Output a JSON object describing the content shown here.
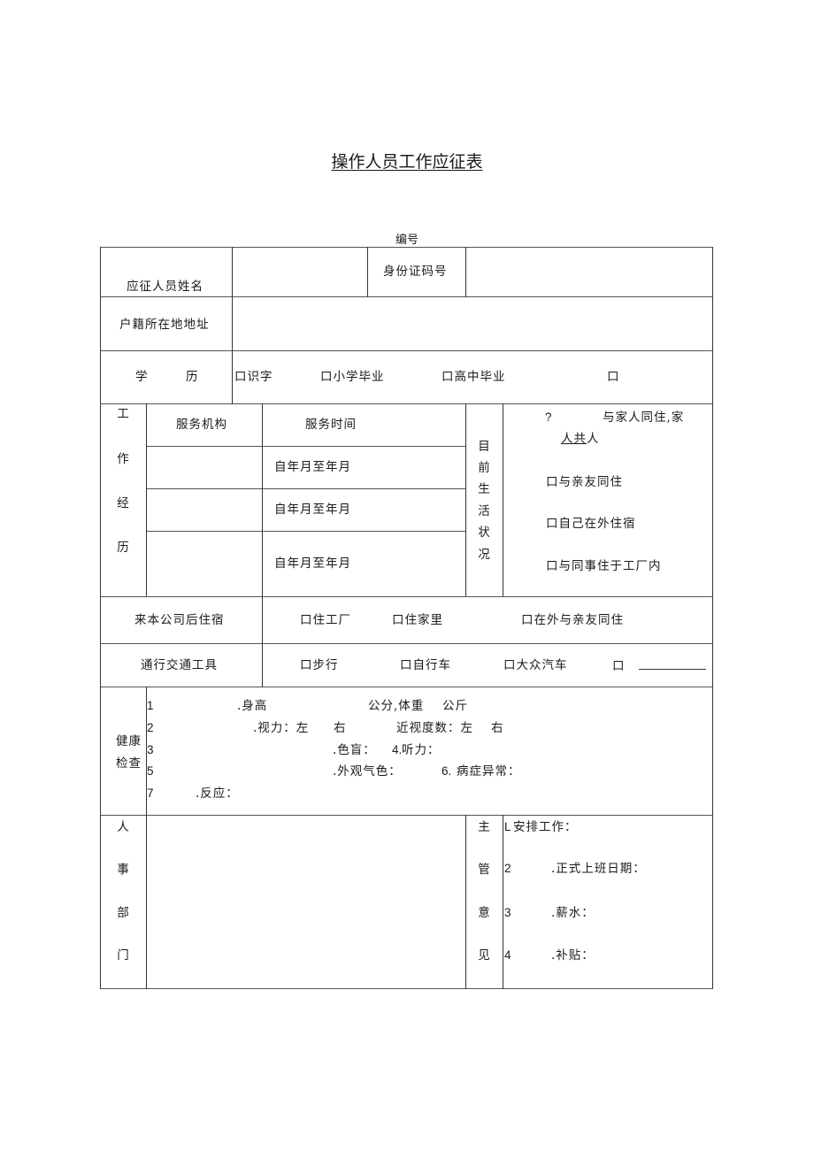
{
  "title": "操作人员工作应征表",
  "serial_label": "编号",
  "row_name": {
    "label": "应征人员姓名",
    "id_label": "身份证码号"
  },
  "row_address": {
    "label": "户籍所在地地址"
  },
  "row_education": {
    "label_a": "学",
    "label_b": "历",
    "options": [
      "口识字",
      "口小学毕业",
      "口高中毕业",
      "口"
    ]
  },
  "work_history": {
    "side_label": [
      "工",
      "作",
      "经",
      "历"
    ],
    "col_org": "服务机构",
    "col_time": "服务时间",
    "rows": [
      {
        "org": "",
        "time": "自年月至年月"
      },
      {
        "org": "",
        "time": "自年月至年月"
      },
      {
        "org": "",
        "time": "自年月至年月"
      }
    ]
  },
  "living_status": {
    "side_label": [
      "目",
      "前",
      "生",
      "活",
      "状",
      "况"
    ],
    "opt1_mark": "?",
    "opt1_text": "与家人同住,家",
    "opt1_line2_underlined": "人共",
    "opt1_line2_rest": "人",
    "options": [
      "口与亲友同住",
      "口自己在外住宿",
      "口与同事住于工厂内"
    ]
  },
  "row_dorm": {
    "label": "来本公司后住宿",
    "options": [
      "口住工厂",
      "口住家里",
      "口在外与亲友同住"
    ]
  },
  "row_transport": {
    "label": "通行交通工具",
    "options": [
      "口步行",
      "口自行车",
      "口大众汽车",
      "口"
    ]
  },
  "health": {
    "label_line1": "健康",
    "label_line2": "检查",
    "lines": [
      {
        "num": "1",
        "text": ".身高",
        "text2": "公分,体重",
        "text3": "公斤"
      },
      {
        "num": "2",
        "text": ".视力：左",
        "text2": "右",
        "text3": "近视度数：左",
        "text4": "右"
      },
      {
        "num": "3",
        "text": ".色盲：",
        "text2": "4.",
        "text3": "听力："
      },
      {
        "num": "5",
        "text": ".外观气色：",
        "text2": "6.",
        "text3": "病症异常："
      },
      {
        "num": "7",
        "text": ".反应："
      }
    ]
  },
  "hr_dept": {
    "side_label": [
      "人",
      "事",
      "部",
      "门"
    ]
  },
  "supervisor": {
    "side_label": [
      "主",
      "管",
      "意",
      "见"
    ],
    "items": [
      {
        "num": "L",
        "text": "安排工作："
      },
      {
        "num": "2",
        "text": ".正式上班日期："
      },
      {
        "num": "3",
        "text": ".薪水："
      },
      {
        "num": "4",
        "text": ".补贴："
      }
    ]
  }
}
